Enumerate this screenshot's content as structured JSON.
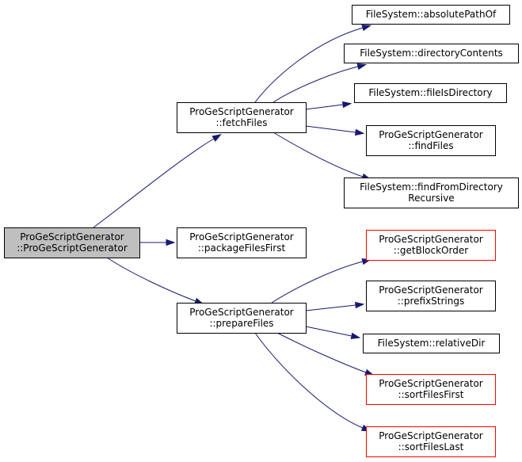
{
  "colors": {
    "edge": "#191970",
    "box_default": "#000000",
    "box_red": "#ff0000",
    "root_fill": "#bfbfbf",
    "node_fill": "#ffffff"
  },
  "nodes": [
    {
      "id": "root",
      "lines": [
        "ProGeScriptGenerator",
        "::ProGeScriptGenerator"
      ],
      "style": "root"
    },
    {
      "id": "fetchFiles",
      "lines": [
        "ProGeScriptGenerator",
        "::fetchFiles"
      ],
      "style": "default"
    },
    {
      "id": "packageFilesFirst",
      "lines": [
        "ProGeScriptGenerator",
        "::packageFilesFirst"
      ],
      "style": "default"
    },
    {
      "id": "prepareFiles",
      "lines": [
        "ProGeScriptGenerator",
        "::prepareFiles"
      ],
      "style": "default"
    },
    {
      "id": "absolutePathOf",
      "lines": [
        "FileSystem::absolutePathOf"
      ],
      "style": "default"
    },
    {
      "id": "directoryContents",
      "lines": [
        "FileSystem::directoryContents"
      ],
      "style": "default"
    },
    {
      "id": "fileIsDirectory",
      "lines": [
        "FileSystem::fileIsDirectory"
      ],
      "style": "default"
    },
    {
      "id": "findFiles",
      "lines": [
        "ProGeScriptGenerator",
        "::findFiles"
      ],
      "style": "default"
    },
    {
      "id": "findFromDirectoryRecursive",
      "lines": [
        "FileSystem::findFromDirectory",
        "Recursive"
      ],
      "style": "default"
    },
    {
      "id": "getBlockOrder",
      "lines": [
        "ProGeScriptGenerator",
        "::getBlockOrder"
      ],
      "style": "red"
    },
    {
      "id": "prefixStrings",
      "lines": [
        "ProGeScriptGenerator",
        "::prefixStrings"
      ],
      "style": "default"
    },
    {
      "id": "relativeDir",
      "lines": [
        "FileSystem::relativeDir"
      ],
      "style": "default"
    },
    {
      "id": "sortFilesFirst",
      "lines": [
        "ProGeScriptGenerator",
        "::sortFilesFirst"
      ],
      "style": "red"
    },
    {
      "id": "sortFilesLast",
      "lines": [
        "ProGeScriptGenerator",
        "::sortFilesLast"
      ],
      "style": "red"
    }
  ],
  "edges": [
    {
      "from": "root",
      "to": "fetchFiles"
    },
    {
      "from": "root",
      "to": "packageFilesFirst"
    },
    {
      "from": "root",
      "to": "prepareFiles"
    },
    {
      "from": "fetchFiles",
      "to": "absolutePathOf"
    },
    {
      "from": "fetchFiles",
      "to": "directoryContents"
    },
    {
      "from": "fetchFiles",
      "to": "fileIsDirectory"
    },
    {
      "from": "fetchFiles",
      "to": "findFiles"
    },
    {
      "from": "fetchFiles",
      "to": "findFromDirectoryRecursive"
    },
    {
      "from": "prepareFiles",
      "to": "getBlockOrder"
    },
    {
      "from": "prepareFiles",
      "to": "prefixStrings"
    },
    {
      "from": "prepareFiles",
      "to": "relativeDir"
    },
    {
      "from": "prepareFiles",
      "to": "sortFilesFirst"
    },
    {
      "from": "prepareFiles",
      "to": "sortFilesLast"
    }
  ]
}
